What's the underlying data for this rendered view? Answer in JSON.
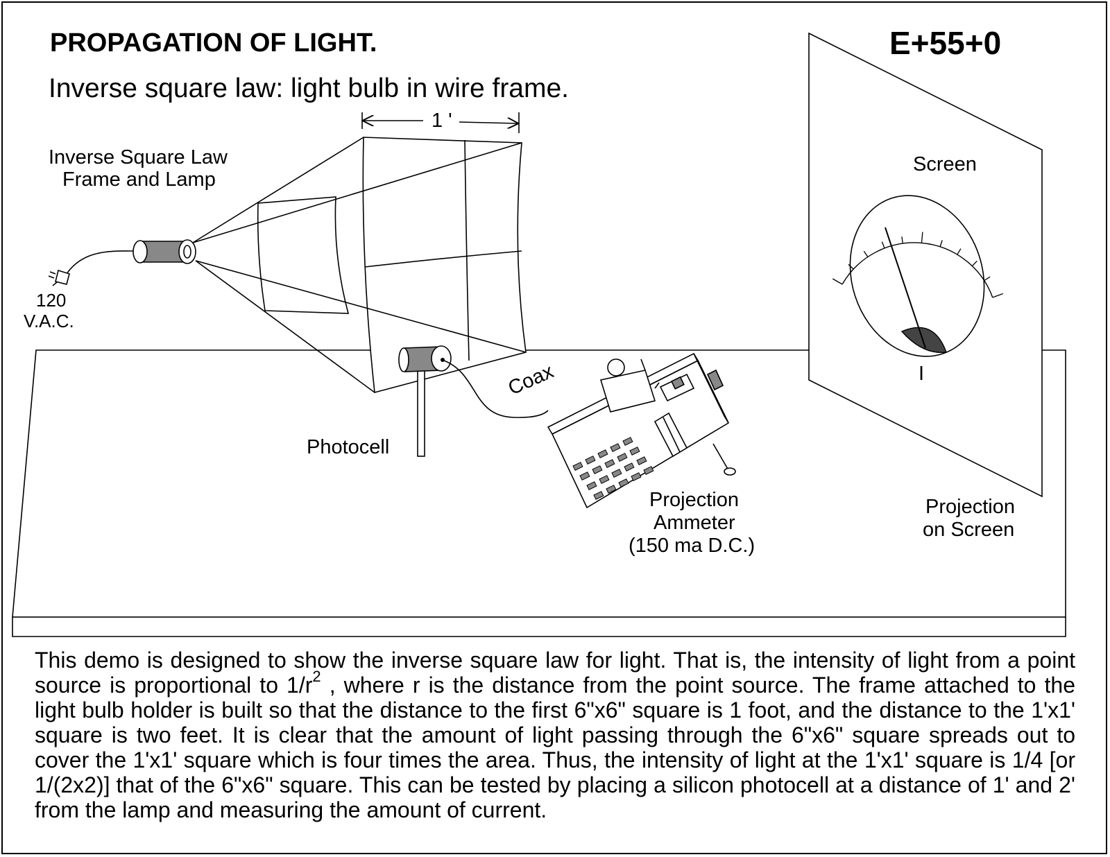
{
  "header": {
    "title": "PROPAGATION OF LIGHT.",
    "code": "E+55+0",
    "subtitle": "Inverse square law: light bulb in wire frame."
  },
  "labels": {
    "dimension": "1 '",
    "frame_line1": "Inverse Square Law",
    "frame_line2": "Frame and Lamp",
    "power_line1": "120",
    "power_line2": "V.A.C.",
    "screen": "Screen",
    "coax": "Coax",
    "photocell": "Photocell",
    "ammeter_line1": "Projection",
    "ammeter_line2": "Ammeter",
    "ammeter_line3": "(150 ma D.C.)",
    "projection_line1": "Projection",
    "projection_line2": "on Screen",
    "meter_symbol": "I"
  },
  "description": {
    "part1": "This demo is designed to show the inverse square law for light. That is, the intensity of light from a point source is proportional to 1/r",
    "exponent": "2",
    "part2": " , where r is the distance from the point source. The frame attached to the light bulb holder is built so that the distance to the first 6\"x6\" square is 1 foot, and the distance to the 1'x1' square is two feet. It is clear that the amount of light passing through the 6\"x6\" square spreads out to cover the 1'x1' square which is four times the area. Thus, the intensity of light at the 1'x1' square is 1/4 [or 1/(2x2)] that of the 6\"x6\" square. This can be tested by placing a silicon photocell at a distance of 1' and 2' from the lamp and measuring the amount of current."
  },
  "colors": {
    "ink": "#000000",
    "paper": "#ffffff",
    "shade": "#888888",
    "dark_shade": "#444444"
  }
}
